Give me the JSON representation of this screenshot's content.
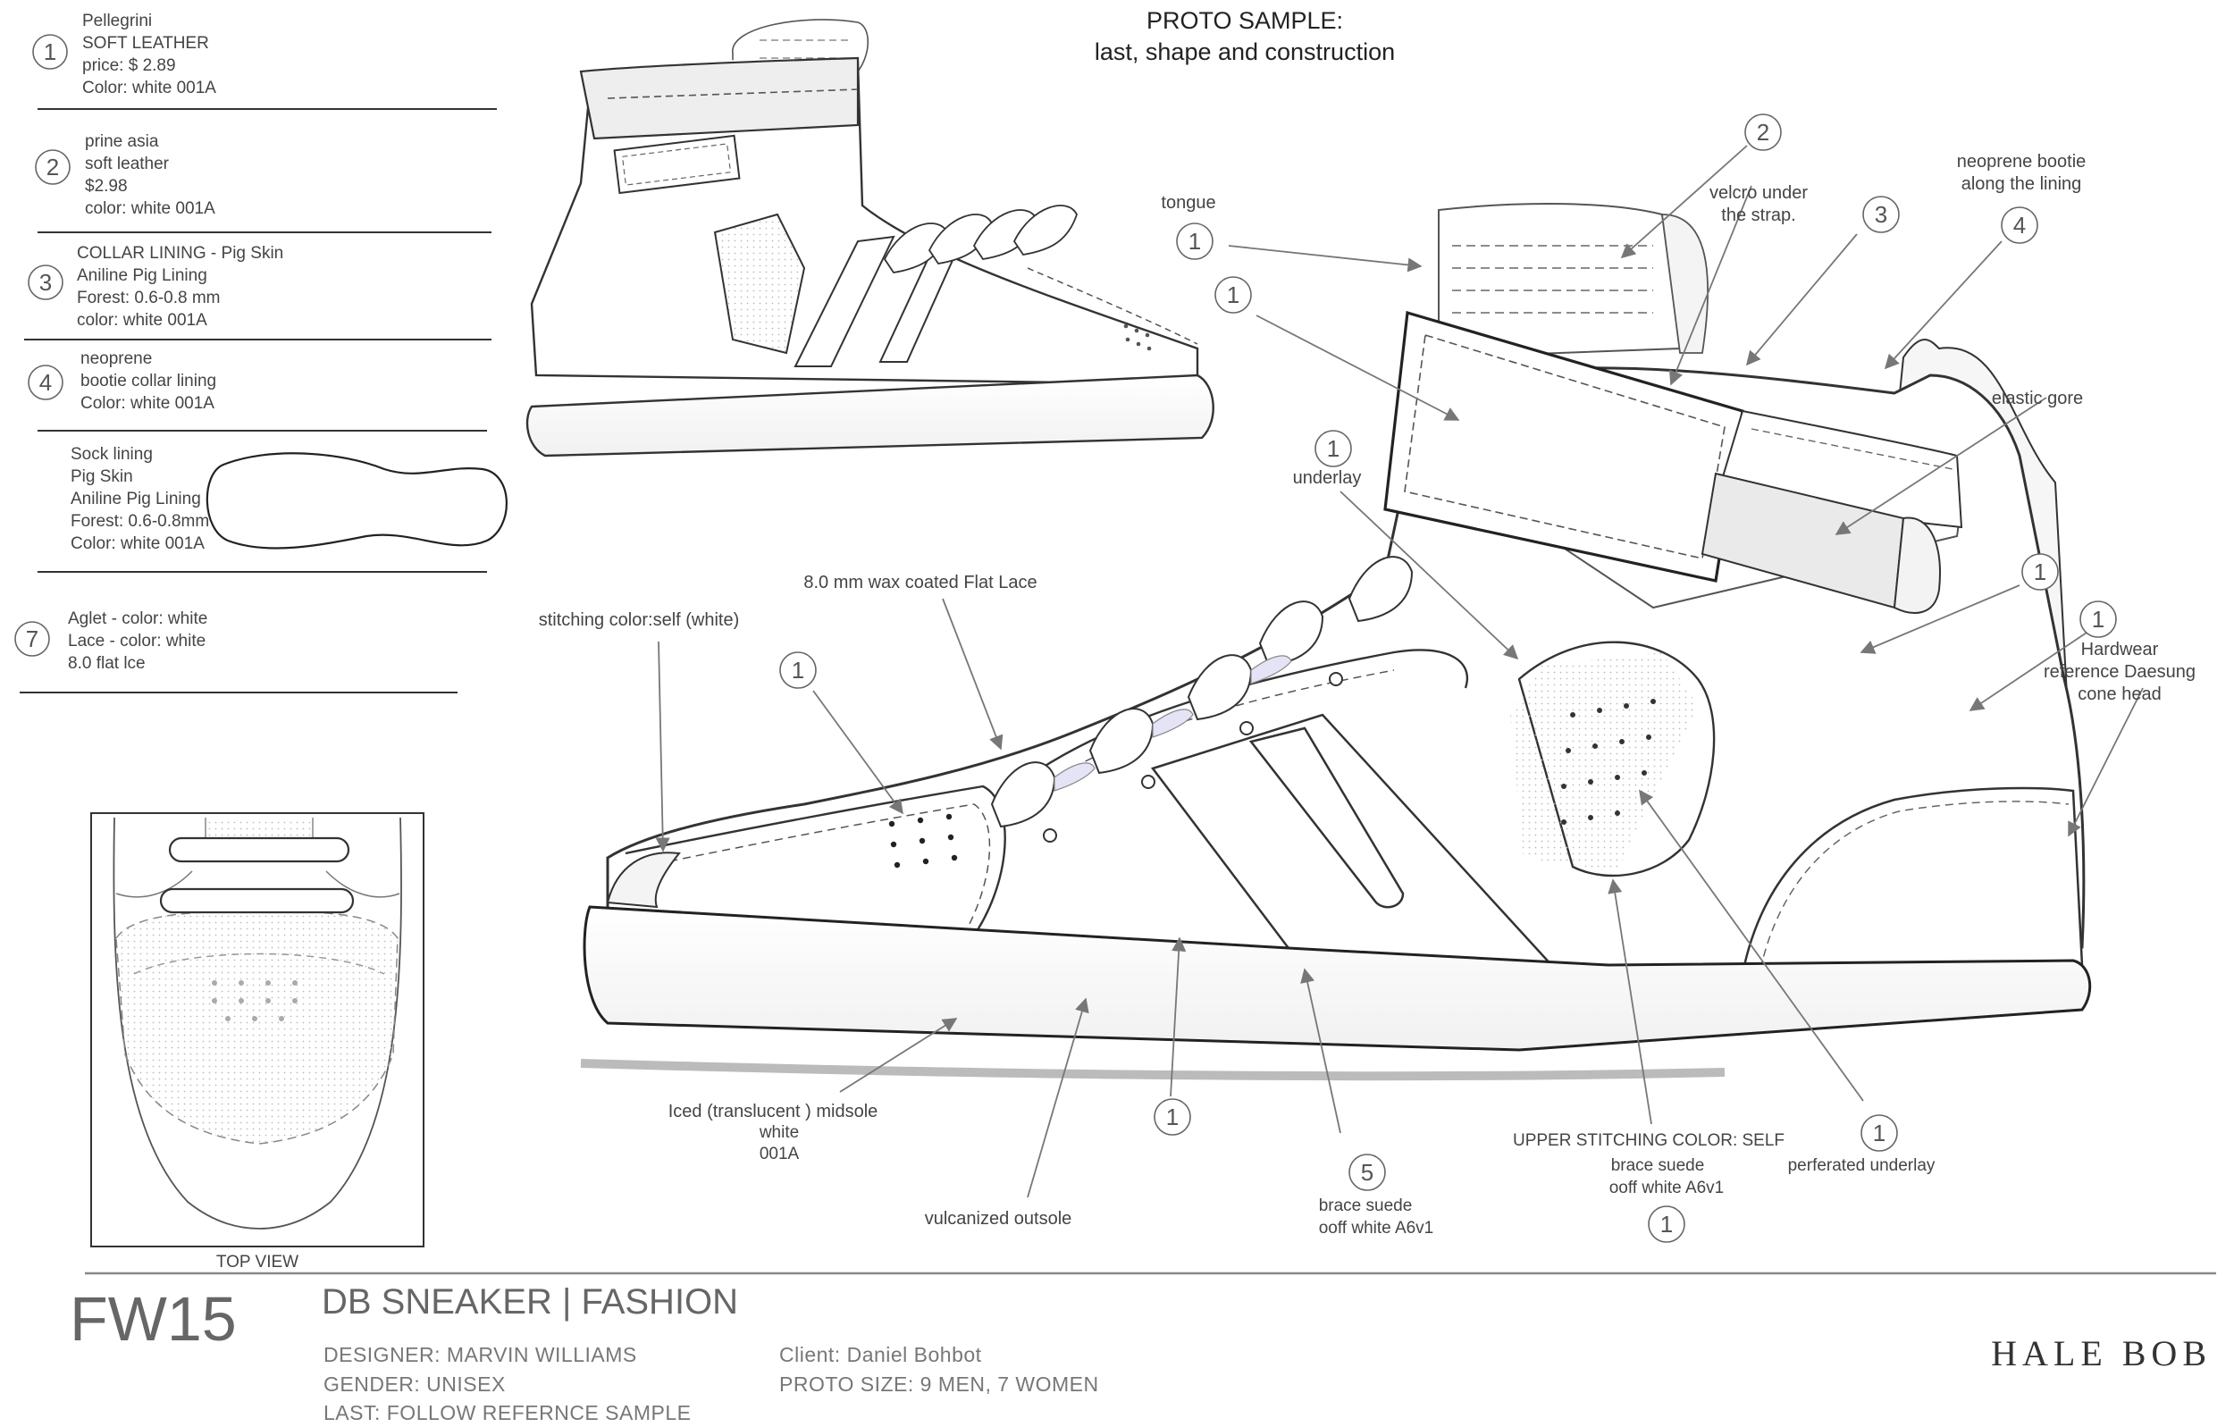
{
  "header": {
    "title_line1": "PROTO SAMPLE:",
    "title_line2": "last, shape and construction"
  },
  "specs": [
    {
      "number": "1",
      "lines": [
        "Pellegrini",
        "SOFT LEATHER",
        "price: $ 2.89",
        "Color: white 001A"
      ]
    },
    {
      "number": "2",
      "lines": [
        "prine asia",
        "soft leather",
        "$2.98",
        "color: white 001A"
      ]
    },
    {
      "number": "3",
      "lines": [
        "COLLAR LINING - Pig Skin",
        "Aniline Pig Lining",
        "Forest: 0.6-0.8 mm",
        "color: white 001A"
      ]
    },
    {
      "number": "4",
      "lines": [
        "neoprene",
        "bootie collar lining",
        "Color: white 001A"
      ]
    },
    {
      "number": "",
      "lines": [
        "Sock lining",
        "Pig Skin",
        "Aniline Pig Lining",
        "Forest: 0.6-0.8mm",
        "Color: white 001A"
      ]
    },
    {
      "number": "7",
      "lines": [
        "Aglet - color: white",
        "Lace - color: white",
        "8.0 flat lce"
      ]
    }
  ],
  "top_view_label": "TOP VIEW",
  "callouts": {
    "tongue": "tongue",
    "velcro_1": "velcro under",
    "velcro_2": "the strap.",
    "neoprene_1": "neoprene bootie",
    "neoprene_2": "along the lining",
    "elastic_gore": "elastic gore",
    "underlay": "underlay",
    "lace": "8.0 mm wax coated  Flat Lace",
    "stitching": "stitching color:self (white)",
    "hardwear_1": "Hardwear",
    "hardwear_2": "reference Daesung",
    "hardwear_3": "cone head",
    "midsole_1": "Iced (translucent ) midsole",
    "midsole_2": "white",
    "midsole_3": "001A",
    "outsole": "vulcanized outsole",
    "brace_suede_1": "brace suede",
    "brace_suede_2": "ooff white A6v1",
    "upper_stitching": "UPPER STITCHING COLOR: SELF",
    "brace_suede_b1": "brace suede",
    "brace_suede_b2": "ooff white A6v1",
    "perforated": "perferated underlay"
  },
  "circle_numbers": {
    "one": "1",
    "two": "2",
    "three": "3",
    "four": "4",
    "five": "5"
  },
  "footer": {
    "season": "FW15",
    "title": "DB SNEAKER | FASHION",
    "designer": "DESIGNER: MARVIN WILLIAMS",
    "gender": "GENDER: UNISEX",
    "last": "LAST: FOLLOW REFERNCE SAMPLE",
    "client": "Client: Daniel Bohbot",
    "proto_size": "PROTO SIZE: 9 MEN, 7 WOMEN",
    "brand": "HALE BOB"
  },
  "colors": {
    "ink": "#444444",
    "line": "#333333",
    "leader": "#777777",
    "fill": "#ffffff",
    "shade": "#e8e8e8"
  }
}
